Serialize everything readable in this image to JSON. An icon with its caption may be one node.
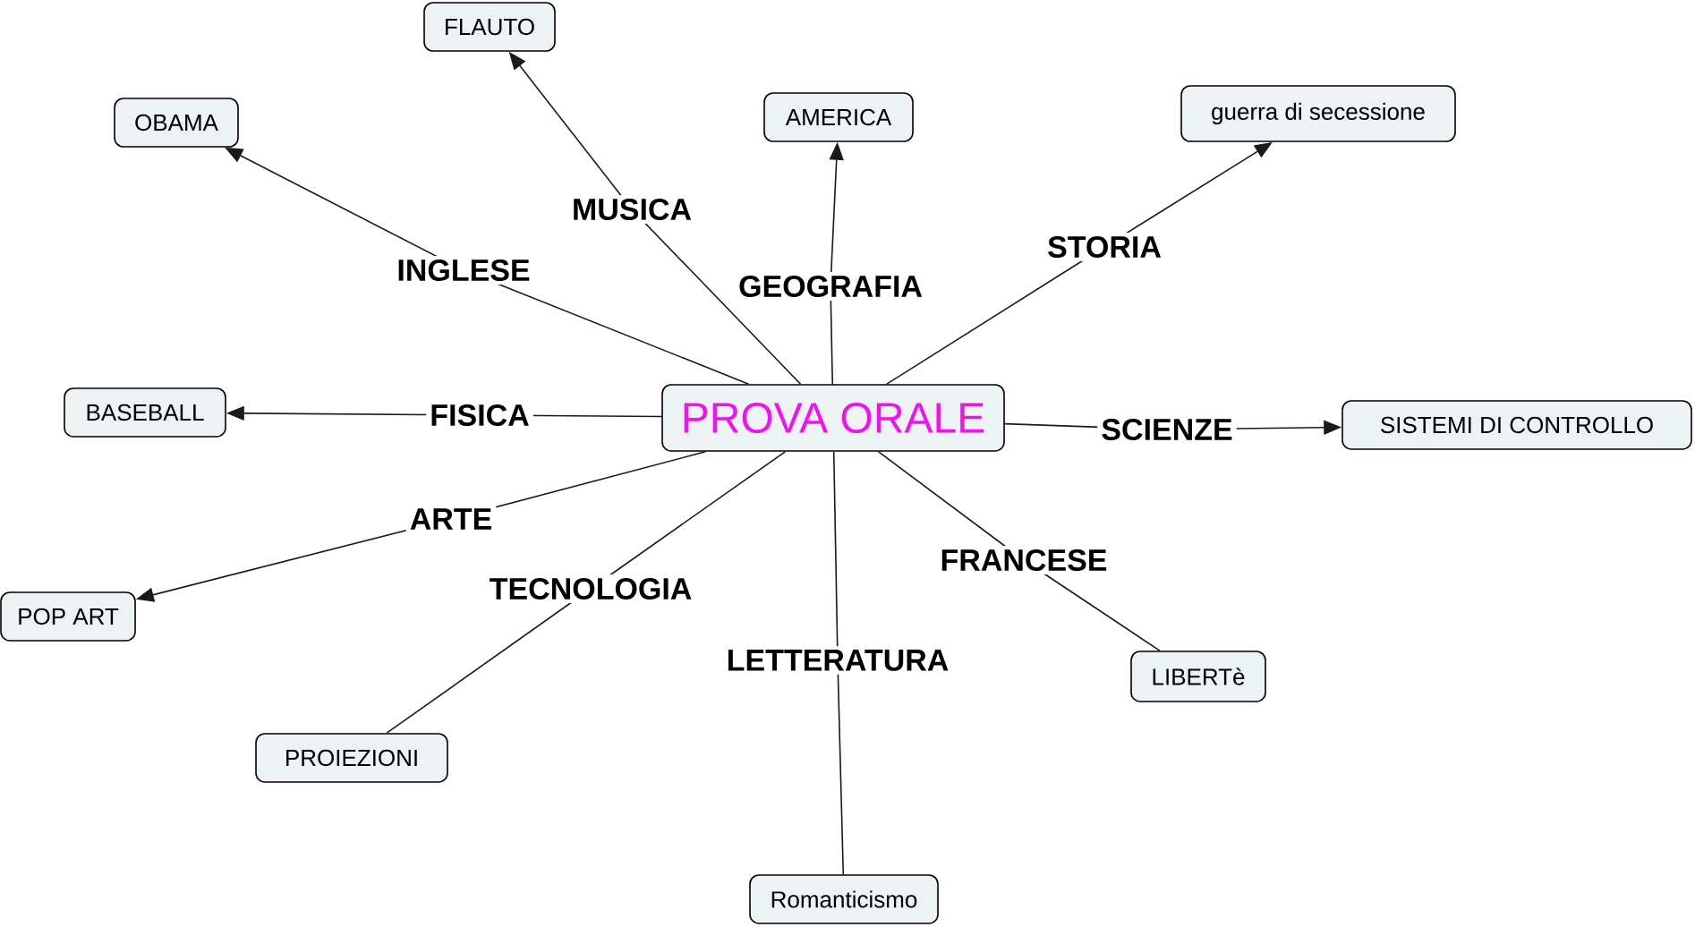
{
  "diagram": {
    "nodes": [
      {
        "text": [
          "FLAUTO"
        ]
      },
      {
        "text": [
          "OBAMA"
        ]
      },
      {
        "text": [
          "AMERICA"
        ]
      },
      {
        "text": [
          "guerra di secessione"
        ]
      },
      {
        "text": [
          "BASEBALL"
        ]
      },
      {
        "text": [
          "PROVA ORALE"
        ]
      },
      {
        "text": [
          "SISTEMI DI CONTROLLO"
        ]
      },
      {
        "text": [
          "POP ART"
        ]
      },
      {
        "text": [
          "LIBERTè"
        ]
      },
      {
        "text": [
          "PROIEZIONI"
        ]
      },
      {
        "text": [
          "Romanticismo"
        ]
      }
    ],
    "edges": [
      {
        "from": 5,
        "to": 0,
        "arrow": "to",
        "label": "MUSICA"
      },
      {
        "from": 5,
        "to": 1,
        "arrow": "to",
        "label": "INGLESE"
      },
      {
        "from": 5,
        "to": 2,
        "arrow": "to",
        "label": "GEOGRAFIA"
      },
      {
        "from": 5,
        "to": 3,
        "arrow": "to",
        "label": "STORIA"
      },
      {
        "from": 5,
        "to": 4,
        "arrow": "to",
        "label": "FISICA"
      },
      {
        "from": 5,
        "to": 6,
        "arrow": "to",
        "label": "SCIENZE"
      },
      {
        "from": 5,
        "to": 7,
        "arrow": "to",
        "label": "ARTE"
      },
      {
        "from": 5,
        "to": 9,
        "arrow": "none",
        "label": "TECNOLOGIA"
      },
      {
        "from": 5,
        "to": 10,
        "arrow": "none",
        "label": "LETTERATURA"
      },
      {
        "from": 5,
        "to": 8,
        "arrow": "none",
        "label": "FRANCESE"
      }
    ]
  }
}
